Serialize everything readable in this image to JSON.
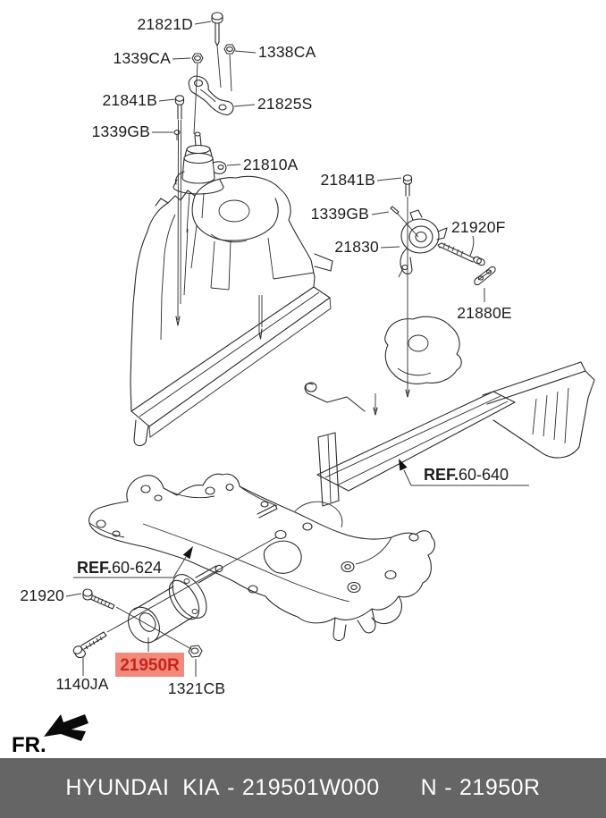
{
  "labels": {
    "bolt_21821d": "21821D",
    "nut_1339ca": "1339CA",
    "nut_1338ca": "1338CA",
    "bolt_21841b_left": "21841B",
    "bracket_21825s": "21825S",
    "washer_1339gb_left": "1339GB",
    "mount_21810a": "21810A",
    "bolt_21841b_right": "21841B",
    "washer_1339gb_right": "1339GB",
    "mount_21830": "21830",
    "bolt_21920f": "21920F",
    "bracket_21880e": "21880E",
    "bolt_21920": "21920",
    "bolt_1140ja": "1140JA",
    "nut_1321cb": "1321CB"
  },
  "refs": {
    "r640": {
      "bold": "REF.",
      "num": "60-640"
    },
    "r624": {
      "bold": "REF.",
      "num": "60-624"
    }
  },
  "highlight": {
    "label": "21950R",
    "bg": "#f18a7d",
    "text_color": "#cb2418"
  },
  "direction": {
    "label": "FR."
  },
  "footer": {
    "brand": "HYUNDAI  KIA",
    "dash": "-",
    "part_number": "219501W000",
    "code_prefix": "N",
    "code": "21950R",
    "bg": "#656565",
    "text_color": "#ffffff"
  }
}
